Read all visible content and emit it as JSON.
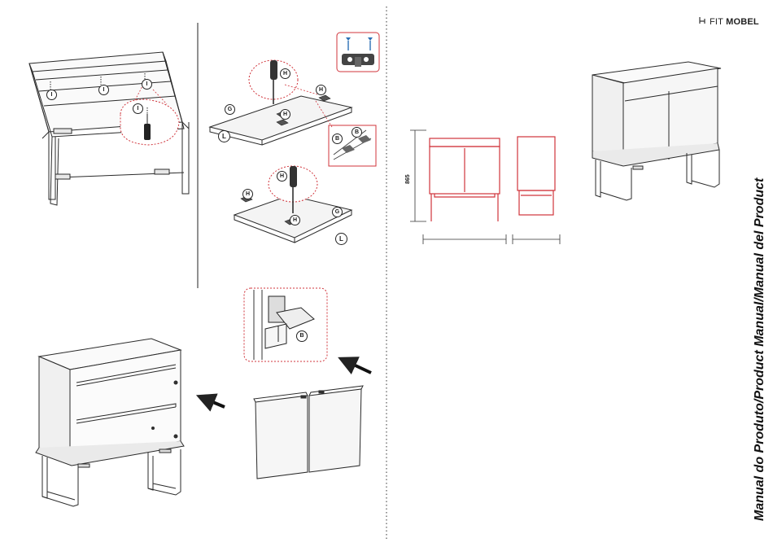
{
  "brand": {
    "prefix": "FIT",
    "name": "MOBEL"
  },
  "side_title": "Manual do Produto/Product Manual/Manual del Product",
  "dimension": {
    "height": "865"
  },
  "part_labels": {
    "I": "I",
    "H": "H",
    "G": "G",
    "L": "L",
    "B": "B"
  },
  "colors": {
    "line": "#2a2a2a",
    "accent": "#d0343b",
    "panel": "#f2f2f2"
  },
  "icons": [
    "screw-icon",
    "hinge-icon",
    "arrow-icon"
  ]
}
